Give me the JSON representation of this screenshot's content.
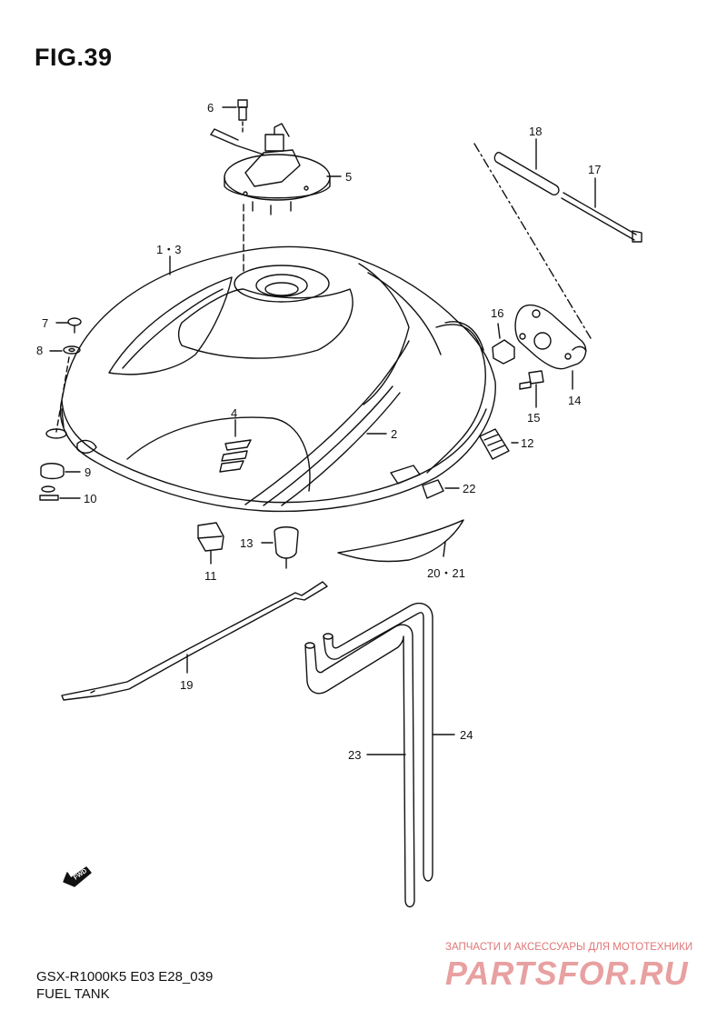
{
  "figure": {
    "title": "FIG.39"
  },
  "footer": {
    "model_code": "GSX-R1000K5 E03 E28_039",
    "section_name": "FUEL TANK"
  },
  "fwd_arrow": {
    "label": "FWD"
  },
  "watermark": {
    "tagline": "ЗАПЧАСТИ И АКСЕССУАРЫ ДЛЯ МОТОТЕХНИКИ",
    "brand": "PARTSFOR.RU"
  },
  "callouts": {
    "c1_3": "1・3",
    "c2": "2",
    "c4": "4",
    "c5": "5",
    "c6": "6",
    "c7": "7",
    "c8": "8",
    "c9": "9",
    "c10": "10",
    "c11": "11",
    "c12": "12",
    "c13": "13",
    "c14": "14",
    "c15": "15",
    "c16": "16",
    "c17": "17",
    "c18": "18",
    "c19": "19",
    "c20_21": "20・21",
    "c22": "22",
    "c23": "23",
    "c24": "24"
  },
  "colors": {
    "line": "#111111",
    "watermark": "#e07575"
  }
}
